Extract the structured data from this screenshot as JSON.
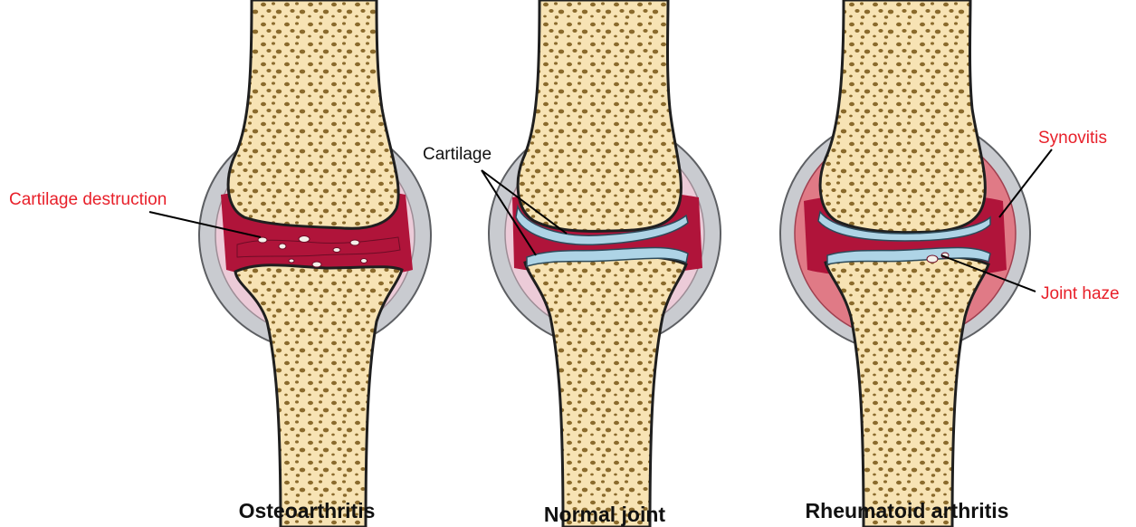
{
  "panels": [
    {
      "id": "osteoarthritis",
      "caption": "Osteoarthritis"
    },
    {
      "id": "normal",
      "caption": "Normal joint"
    },
    {
      "id": "rheumatoid",
      "caption": "Rheumatoid arthritis"
    }
  ],
  "labels": {
    "cartilage_destruction": "Cartilage destruction",
    "cartilage": "Cartilage",
    "synovitis": "Synovitis",
    "joint_haze": "Joint haze"
  },
  "colors": {
    "bone": "#f7e3b4",
    "bone_outline": "#1f1f1f",
    "bone_pores": "#8a6a2c",
    "cartilage": "#aed4e6",
    "synovial_fluid": "#b0143a",
    "capsule_outer": "#c9cbd0",
    "capsule_inner_normal": "#eccbd8",
    "capsule_inner_inflamed": "#e07a86",
    "label_red": "#e8202a"
  }
}
